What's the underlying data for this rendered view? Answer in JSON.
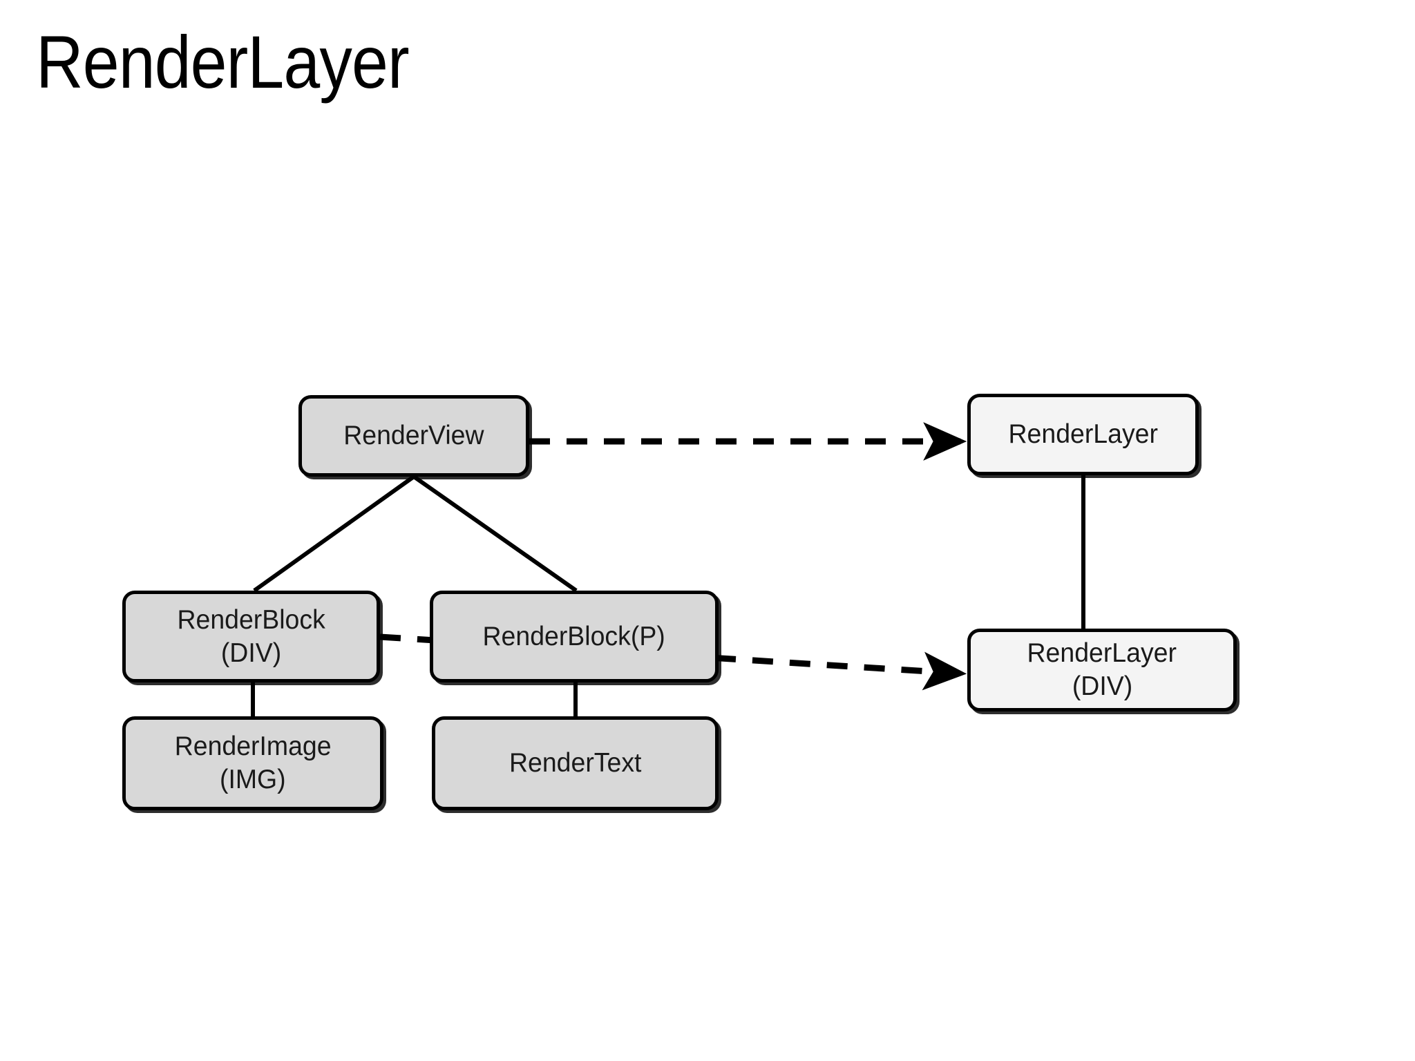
{
  "slide": {
    "title": "RenderLayer",
    "background_color": "#ffffff"
  },
  "colors": {
    "render_node_fill": "#d8d8d8",
    "layer_node_fill": "#f4f4f4",
    "node_border": "#000000",
    "edge": "#000000",
    "text": "#1a1a1a"
  },
  "diagram": {
    "type": "node-link-tree",
    "render_tree": {
      "name": "render-object-tree",
      "nodes": [
        {
          "id": "renderview",
          "label_lines": [
            "RenderView"
          ],
          "fill": "#d8d8d8"
        },
        {
          "id": "renderblock-div",
          "label_lines": [
            "RenderBlock",
            "(DIV)"
          ],
          "fill": "#d8d8d8"
        },
        {
          "id": "renderblock-p",
          "label_lines": [
            "RenderBlock(P)"
          ],
          "fill": "#d8d8d8"
        },
        {
          "id": "renderimage",
          "label_lines": [
            "RenderImage",
            "(IMG)"
          ],
          "fill": "#d8d8d8"
        },
        {
          "id": "rendertext",
          "label_lines": [
            "RenderText"
          ],
          "fill": "#d8d8d8"
        }
      ]
    },
    "layer_tree": {
      "name": "render-layer-tree",
      "nodes": [
        {
          "id": "renderlayer",
          "label_lines": [
            "RenderLayer"
          ],
          "fill": "#f4f4f4"
        },
        {
          "id": "renderlayer-div",
          "label_lines": [
            "RenderLayer",
            "(DIV)"
          ],
          "fill": "#f4f4f4"
        }
      ]
    },
    "edges": [
      {
        "id": "e-view-block-div",
        "from": "renderview",
        "to": "renderblock-div",
        "style": "solid",
        "arrow": false
      },
      {
        "id": "e-view-block-p",
        "from": "renderview",
        "to": "renderblock-p",
        "style": "solid",
        "arrow": false
      },
      {
        "id": "e-blockdiv-image",
        "from": "renderblock-div",
        "to": "renderimage",
        "style": "solid",
        "arrow": false
      },
      {
        "id": "e-blockp-text",
        "from": "renderblock-p",
        "to": "rendertext",
        "style": "solid",
        "arrow": false
      },
      {
        "id": "e-layer-layerdiv",
        "from": "renderlayer",
        "to": "renderlayer-div",
        "style": "solid",
        "arrow": false
      },
      {
        "id": "e-view-layer",
        "from": "renderview",
        "to": "renderlayer",
        "style": "dashed",
        "arrow": true
      },
      {
        "id": "e-blockdiv-layerdiv",
        "from": "renderblock-div",
        "to": "renderlayer-div",
        "style": "dashed",
        "arrow": true
      }
    ]
  }
}
